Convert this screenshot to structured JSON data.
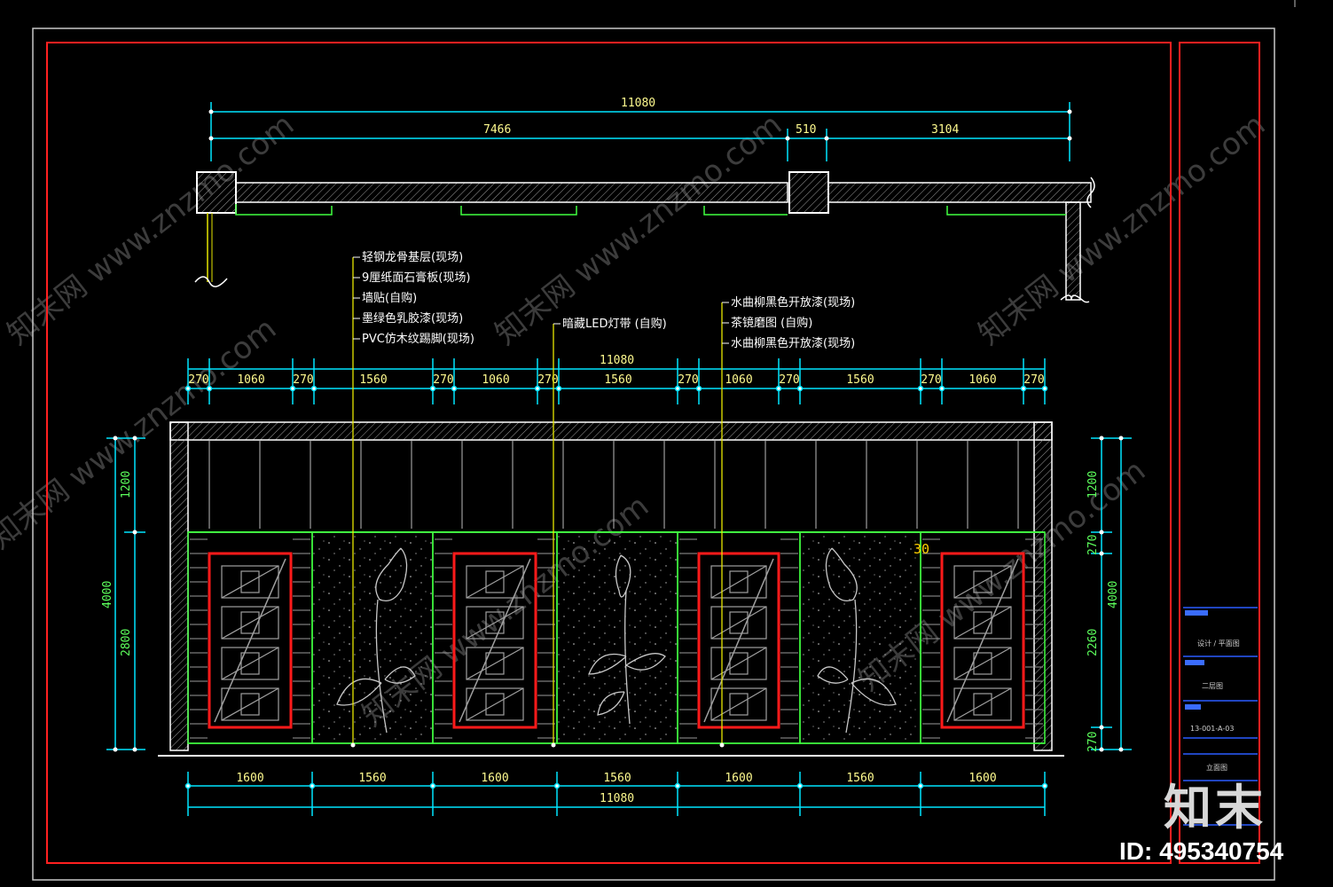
{
  "plan": {
    "overall": "11080",
    "segments": [
      "7466",
      "510",
      "3104"
    ]
  },
  "elevation": {
    "top_dims": [
      "270",
      "1060",
      "270",
      "1560",
      "270",
      "1060",
      "270",
      "1560",
      "270",
      "1060",
      "270",
      "1560",
      "270",
      "1060",
      "270"
    ],
    "top_total": "11080",
    "bottom_dims": [
      "1600",
      "1560",
      "1600",
      "1560",
      "1600",
      "1560",
      "1600"
    ],
    "bottom_total": "11080",
    "left_dims": [
      "1200",
      "2800"
    ],
    "left_total": "4000",
    "right_dims": [
      "1200",
      "270",
      "2260",
      "270"
    ],
    "right_total": "4000",
    "panel_mark": "30"
  },
  "notes": {
    "group1": [
      "轻钢龙骨基层(现场)",
      "9厘纸面石膏板(现场)",
      "墙贴(自购)",
      "墨绿色乳胶漆(现场)",
      "PVC仿木纹踢脚(现场)"
    ],
    "group2": [
      "暗藏LED灯带 (自购)"
    ],
    "group3": [
      "水曲柳黑色开放漆(现场)",
      "茶镜磨图 (自购)",
      "水曲柳黑色开放漆(现场)"
    ]
  },
  "title_block": {
    "rows": [
      "设计 / 平面图",
      "二层图",
      "13-001-A-03",
      "立面图"
    ]
  },
  "watermark": {
    "text": "知末网 www.znzmo.com"
  },
  "brand": {
    "logo": "知末",
    "id": "ID: 495340754"
  },
  "colors": {
    "background": "#000000",
    "frame": "#ff2020",
    "dimension": "#00e5ff",
    "wall": "#ffffff",
    "panel_outline": "#40ff40",
    "lattice_frame": "#ff1a1a",
    "leader": "#e6e600"
  }
}
